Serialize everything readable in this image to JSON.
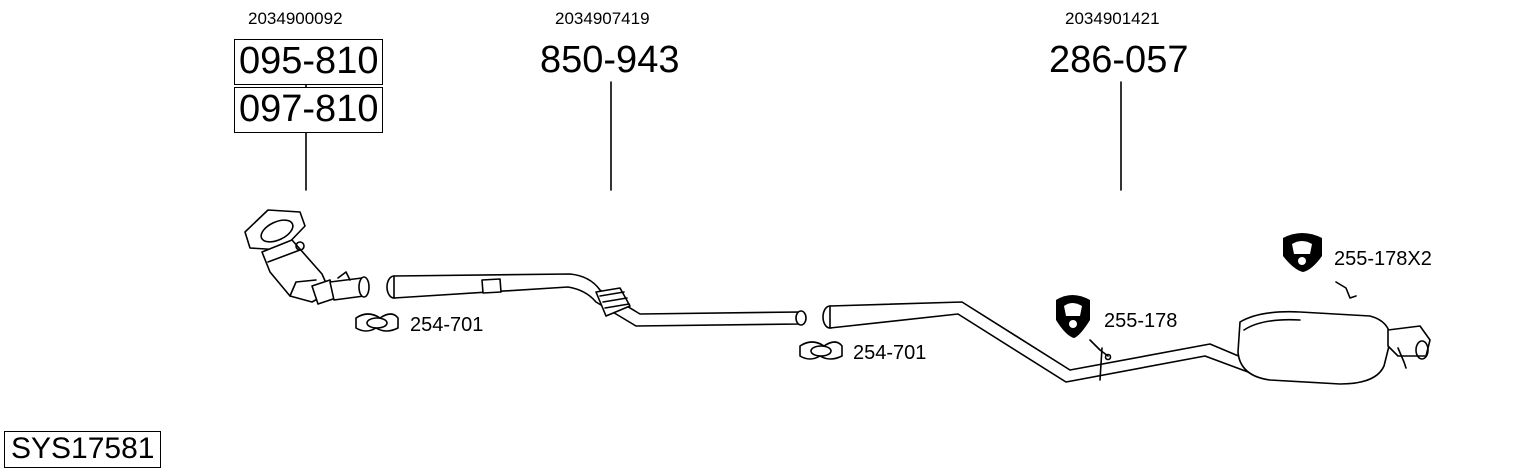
{
  "groups": {
    "catalyst": {
      "oem": "2034900092",
      "part_a": "095-810",
      "part_b": "097-810"
    },
    "middle_pipe": {
      "oem": "2034907419",
      "part": "850-943"
    },
    "rear_silencer": {
      "oem": "2034901421",
      "part": "286-057"
    }
  },
  "clamps": {
    "clamp_1": "254-701",
    "clamp_2": "254-701"
  },
  "rubbers": {
    "rubber_1": "255-178",
    "rubber_2": "255-178X2"
  },
  "system_code": "SYS17581"
}
